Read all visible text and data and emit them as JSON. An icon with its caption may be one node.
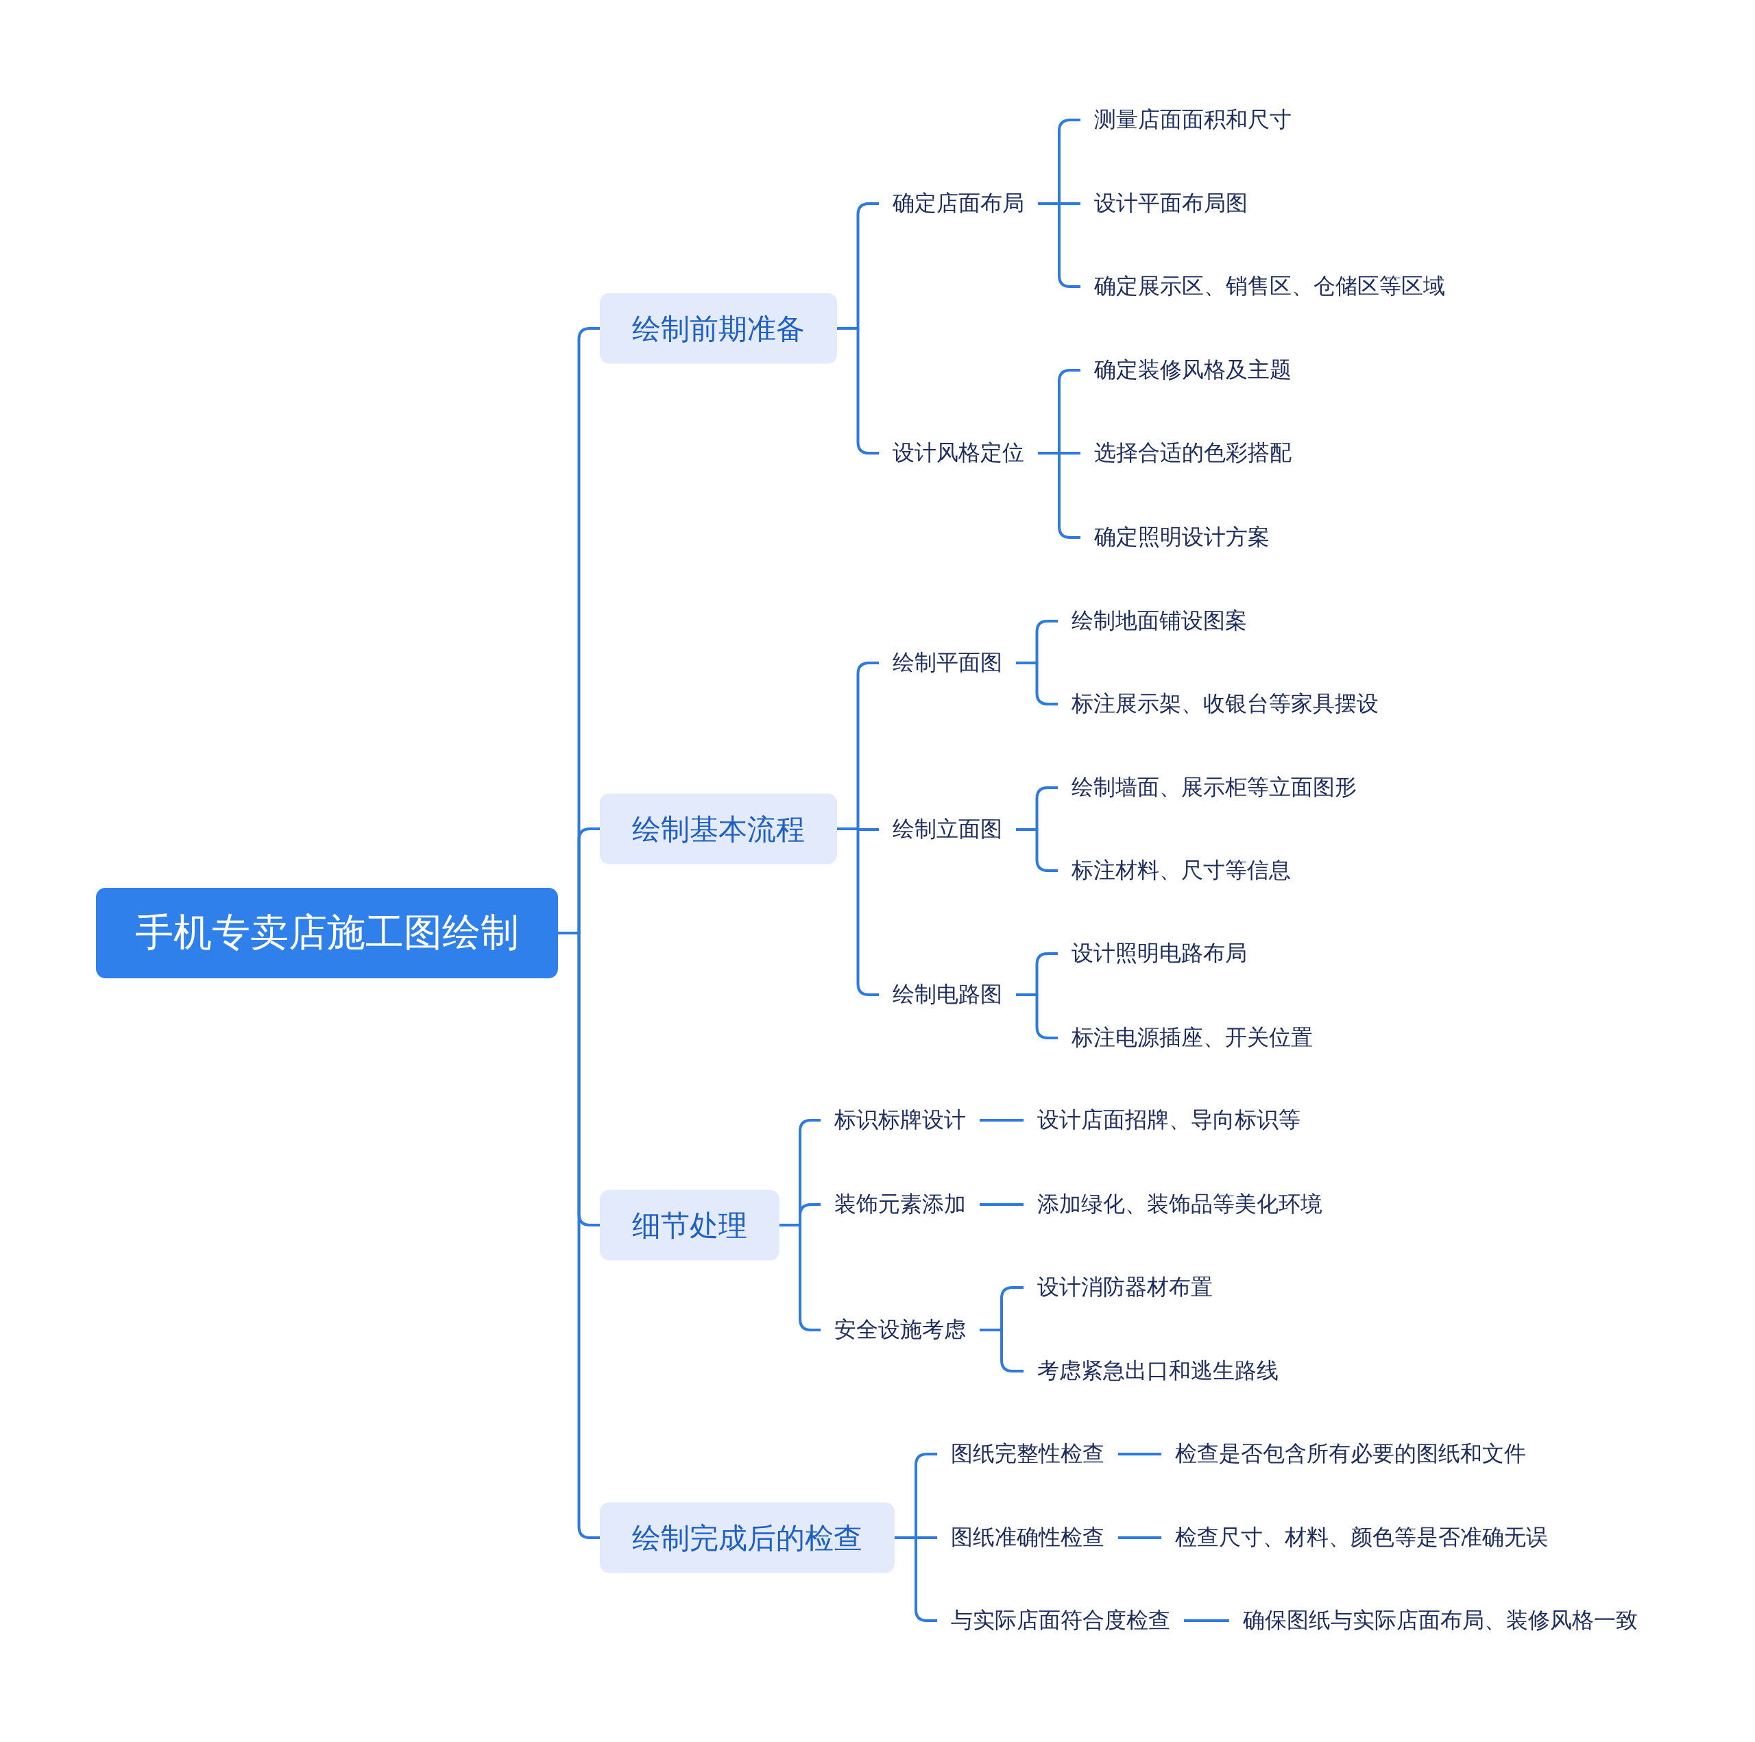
{
  "diagram": {
    "nodes": [
      {
        "text": [
          "手机专卖店施工图绘制"
        ]
      },
      {
        "text": [
          "绘制前期准备"
        ]
      },
      {
        "text": [
          "确定店面布局"
        ]
      },
      {
        "text": [
          "测量店面面积和尺寸"
        ]
      },
      {
        "text": [
          "设计平面布局图"
        ]
      },
      {
        "text": [
          "确定展示区、销售区、仓储区等区域"
        ]
      },
      {
        "text": [
          "设计风格定位"
        ]
      },
      {
        "text": [
          "确定装修风格及主题"
        ]
      },
      {
        "text": [
          "选择合适的色彩搭配"
        ]
      },
      {
        "text": [
          "确定照明设计方案"
        ]
      },
      {
        "text": [
          "绘制基本流程"
        ]
      },
      {
        "text": [
          "绘制平面图"
        ]
      },
      {
        "text": [
          "绘制地面铺设图案"
        ]
      },
      {
        "text": [
          "标注展示架、收银台等家具摆设"
        ]
      },
      {
        "text": [
          "绘制立面图"
        ]
      },
      {
        "text": [
          "绘制墙面、展示柜等立面图形"
        ]
      },
      {
        "text": [
          "标注材料、尺寸等信息"
        ]
      },
      {
        "text": [
          "绘制电路图"
        ]
      },
      {
        "text": [
          "设计照明电路布局"
        ]
      },
      {
        "text": [
          "标注电源插座、开关位置"
        ]
      },
      {
        "text": [
          "细节处理"
        ]
      },
      {
        "text": [
          "标识标牌设计"
        ]
      },
      {
        "text": [
          "设计店面招牌、导向标识等"
        ]
      },
      {
        "text": [
          "装饰元素添加"
        ]
      },
      {
        "text": [
          "添加绿化、装饰品等美化环境"
        ]
      },
      {
        "text": [
          "安全设施考虑"
        ]
      },
      {
        "text": [
          "设计消防器材布置"
        ]
      },
      {
        "text": [
          "考虑紧急出口和逃生路线"
        ]
      },
      {
        "text": [
          "绘制完成后的检查"
        ]
      },
      {
        "text": [
          "图纸完整性检查"
        ]
      },
      {
        "text": [
          "检查是否包含所有必要的图纸和文件"
        ]
      },
      {
        "text": [
          "图纸准确性检查"
        ]
      },
      {
        "text": [
          "检查尺寸、材料、颜色等是否准确无误"
        ]
      },
      {
        "text": [
          "与实际店面符合度检查"
        ]
      },
      {
        "text": [
          "确保图纸与实际店面布局、装修风格一致"
        ]
      }
    ],
    "edges": [
      {
        "from": 0,
        "to": 1,
        "arrow": "none"
      },
      {
        "from": 1,
        "to": 2,
        "arrow": "none"
      },
      {
        "from": 2,
        "to": 3,
        "arrow": "none"
      },
      {
        "from": 2,
        "to": 4,
        "arrow": "none"
      },
      {
        "from": 2,
        "to": 5,
        "arrow": "none"
      },
      {
        "from": 1,
        "to": 6,
        "arrow": "none"
      },
      {
        "from": 6,
        "to": 7,
        "arrow": "none"
      },
      {
        "from": 6,
        "to": 8,
        "arrow": "none"
      },
      {
        "from": 6,
        "to": 9,
        "arrow": "none"
      },
      {
        "from": 0,
        "to": 10,
        "arrow": "none"
      },
      {
        "from": 10,
        "to": 11,
        "arrow": "none"
      },
      {
        "from": 11,
        "to": 12,
        "arrow": "none"
      },
      {
        "from": 11,
        "to": 13,
        "arrow": "none"
      },
      {
        "from": 10,
        "to": 14,
        "arrow": "none"
      },
      {
        "from": 14,
        "to": 15,
        "arrow": "none"
      },
      {
        "from": 14,
        "to": 16,
        "arrow": "none"
      },
      {
        "from": 10,
        "to": 17,
        "arrow": "none"
      },
      {
        "from": 17,
        "to": 18,
        "arrow": "none"
      },
      {
        "from": 17,
        "to": 19,
        "arrow": "none"
      },
      {
        "from": 0,
        "to": 20,
        "arrow": "none"
      },
      {
        "from": 20,
        "to": 21,
        "arrow": "none"
      },
      {
        "from": 21,
        "to": 22,
        "arrow": "none"
      },
      {
        "from": 20,
        "to": 23,
        "arrow": "none"
      },
      {
        "from": 23,
        "to": 24,
        "arrow": "none"
      },
      {
        "from": 20,
        "to": 25,
        "arrow": "none"
      },
      {
        "from": 25,
        "to": 26,
        "arrow": "none"
      },
      {
        "from": 25,
        "to": 27,
        "arrow": "none"
      },
      {
        "from": 0,
        "to": 28,
        "arrow": "none"
      },
      {
        "from": 28,
        "to": 29,
        "arrow": "none"
      },
      {
        "from": 29,
        "to": 30,
        "arrow": "none"
      },
      {
        "from": 28,
        "to": 31,
        "arrow": "none"
      },
      {
        "from": 31,
        "to": 32,
        "arrow": "none"
      },
      {
        "from": 28,
        "to": 33,
        "arrow": "none"
      },
      {
        "from": 33,
        "to": 34,
        "arrow": "none"
      }
    ]
  }
}
